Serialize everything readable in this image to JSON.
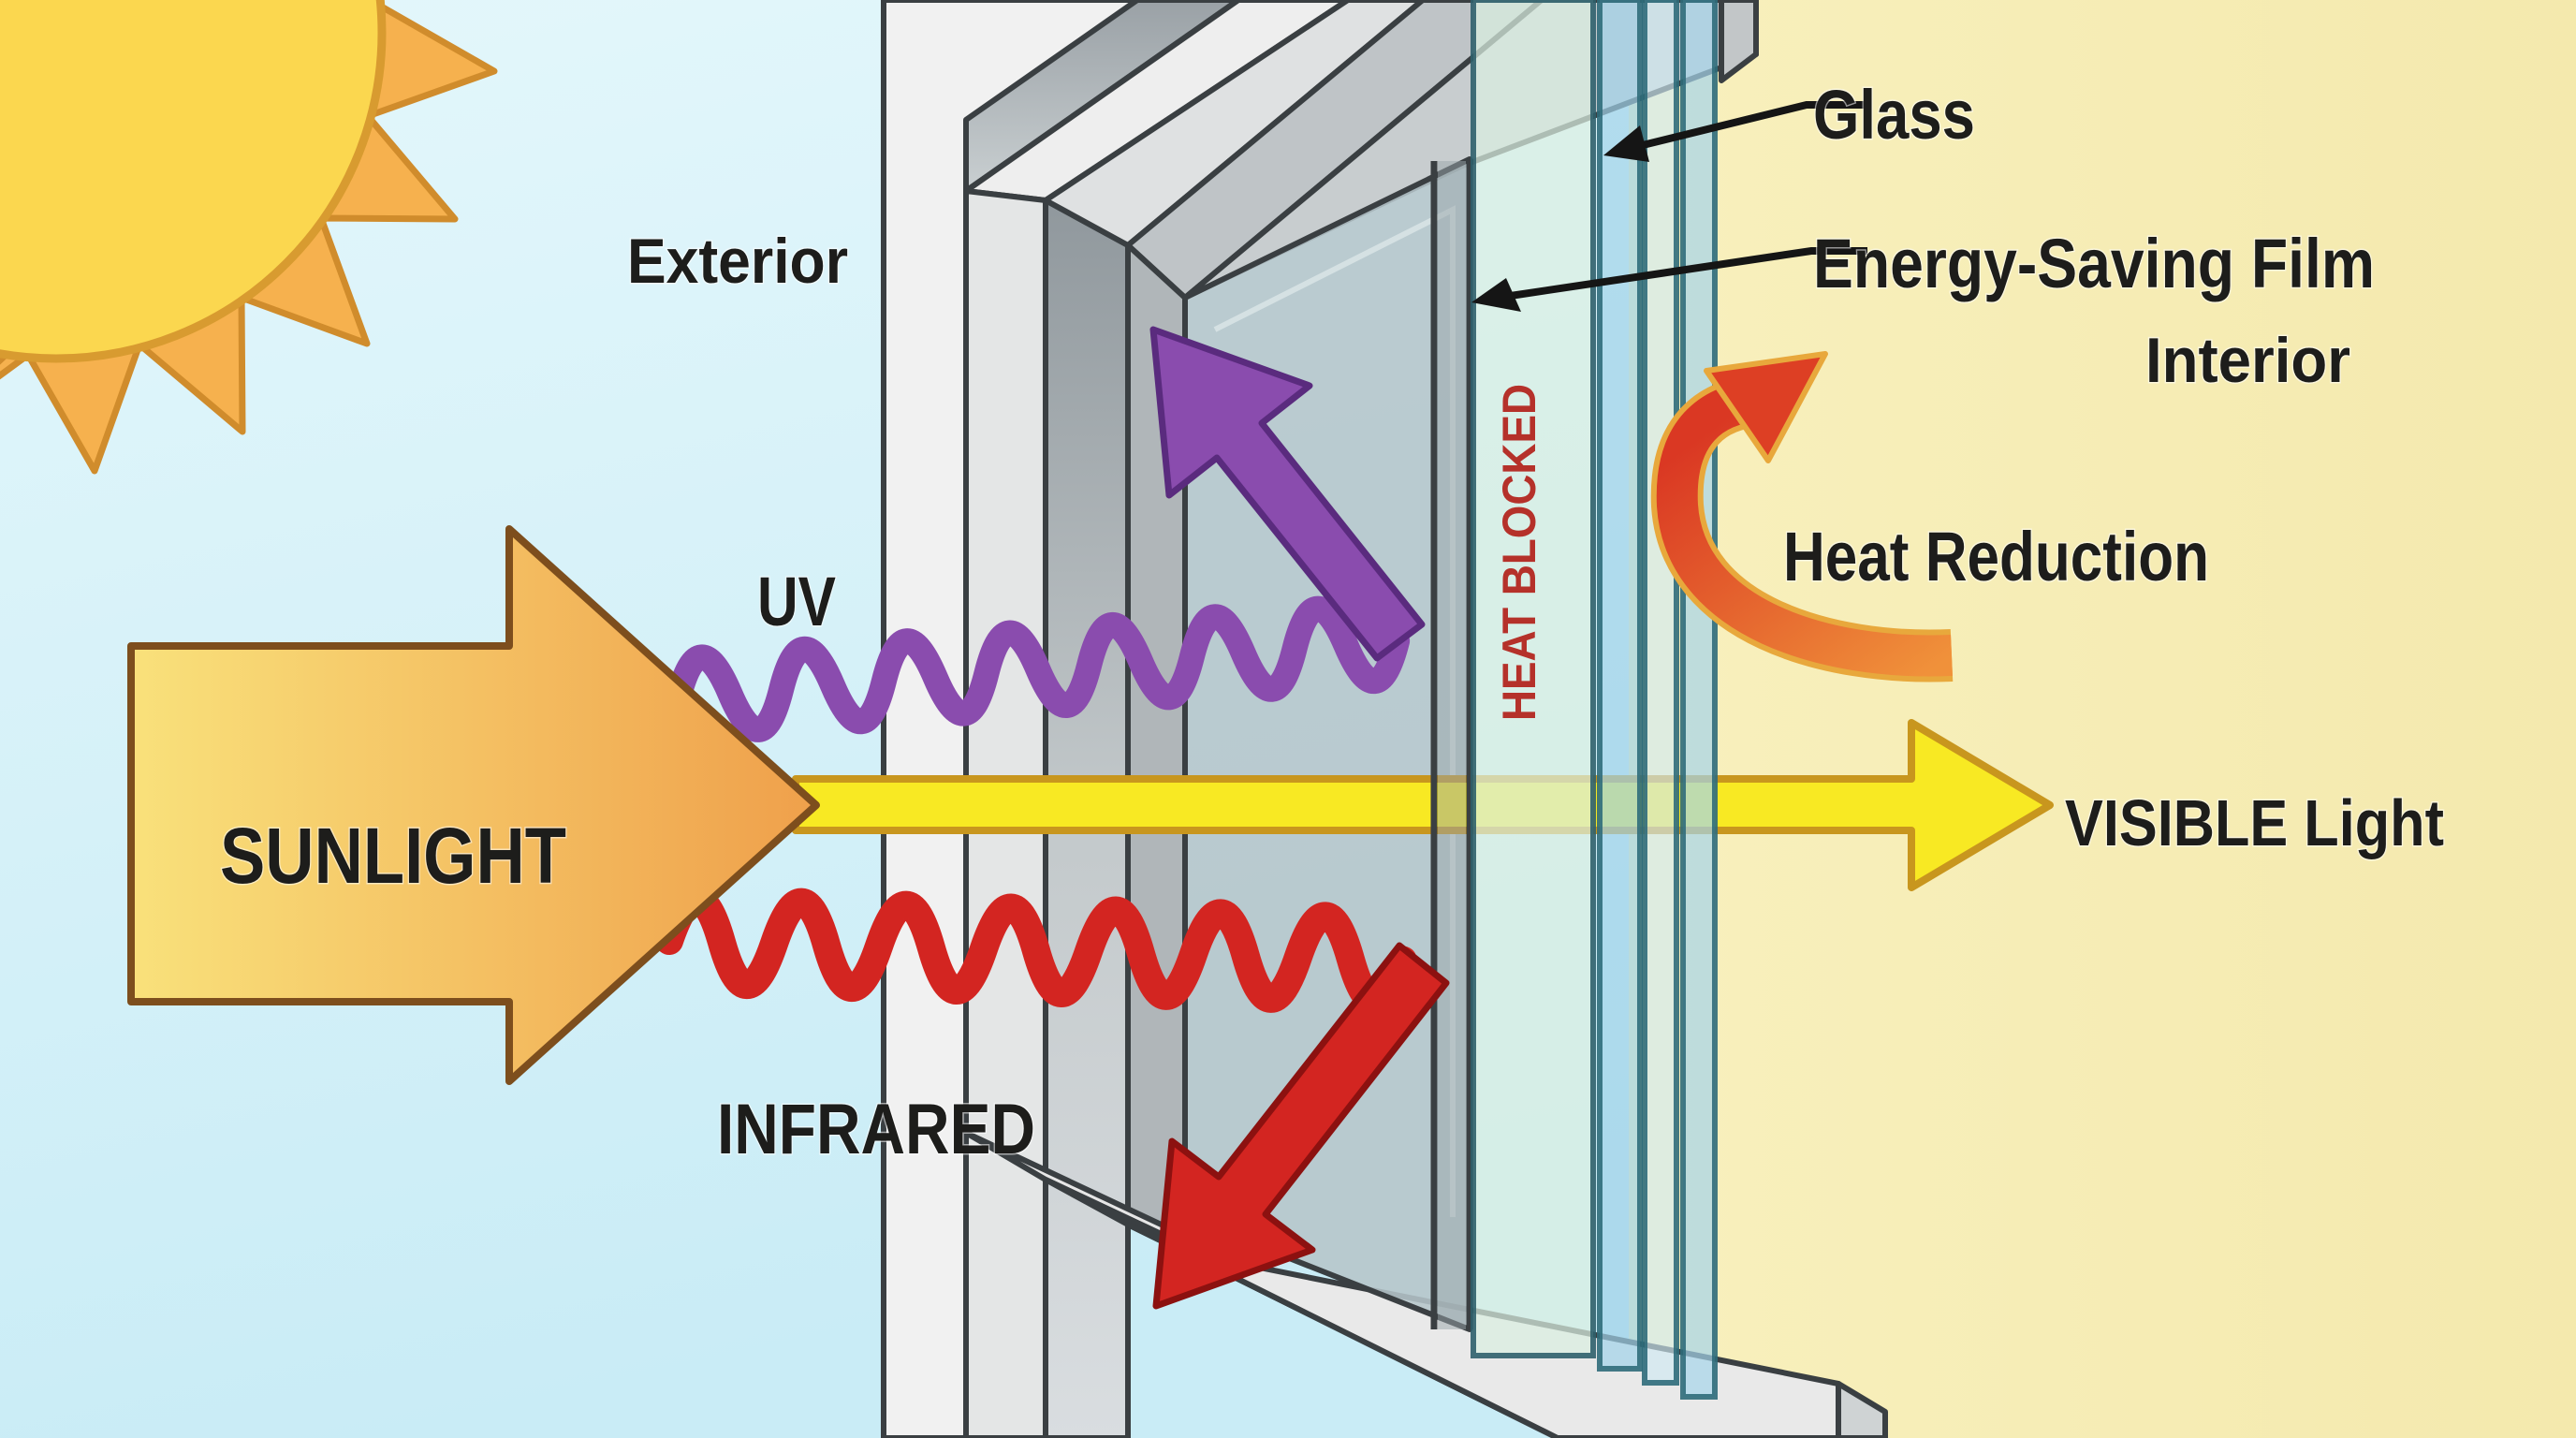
{
  "diagram": {
    "scene": "energy-saving-window-film-cross-section",
    "zones": {
      "exterior": "Exterior",
      "interior": "Interior"
    },
    "annotations": {
      "glass": "Glass",
      "energy_saving_film": "Energy-Saving Film",
      "heat_reduction": "Heat Reduction",
      "heat_blocked": "HEAT BLOCKED",
      "uv": "UV",
      "sunlight": "SUNLIGHT",
      "visible_light": "VISIBLE Light",
      "infrared": "INFRARED"
    },
    "colors": {
      "exterior_sky_blue": "#d5f0f8",
      "interior_yellow": "#f7efba",
      "sun_yellow": "#fbd74f",
      "sun_ray_orange": "#f6b14e",
      "uv_purple": "#8a4cae",
      "infrared_red": "#d32521",
      "visible_light_yellow": "#f8e923",
      "heat_blocked_text_red": "#b5312a",
      "heat_arrow_red": "#dd3f24",
      "heat_arrow_orange": "#f0913a",
      "label_dark": "#1d1d1b",
      "frame_gray": "#ececec",
      "glass_pane_blue": "#9fd2e8",
      "film_pane_green": "#d9efe1"
    }
  }
}
